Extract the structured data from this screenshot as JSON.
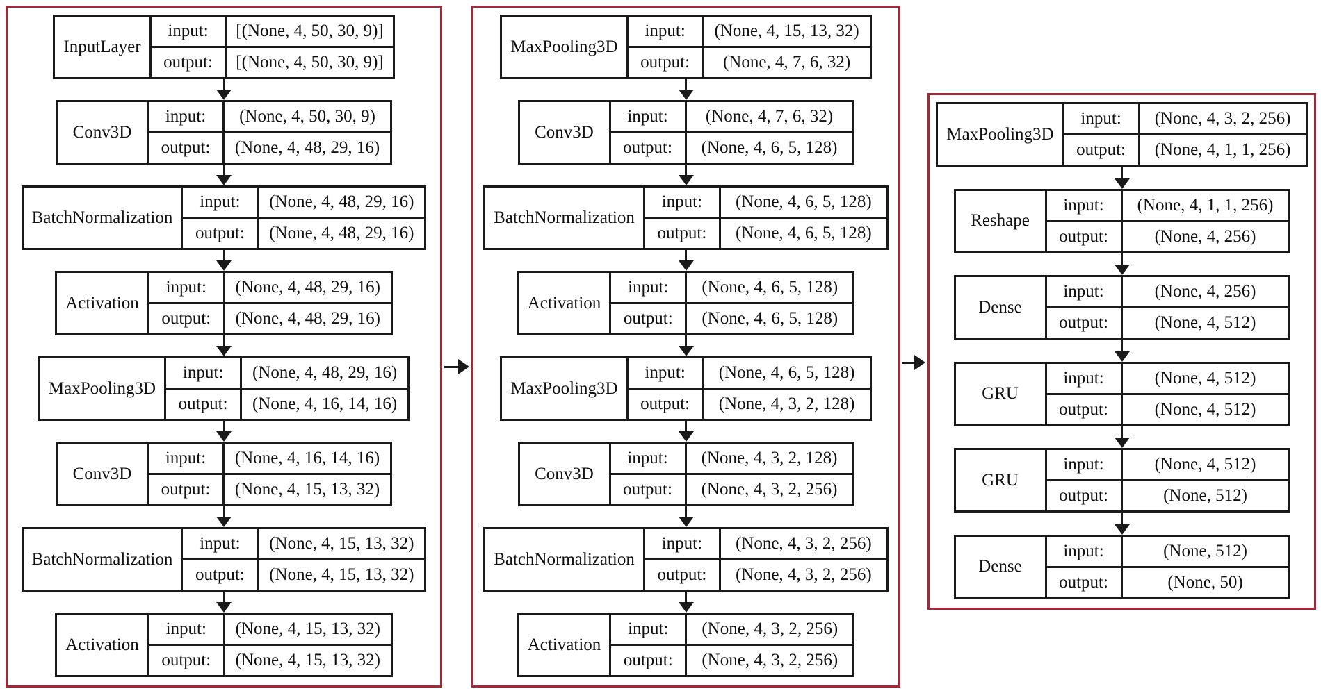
{
  "colors": {
    "panel_border": "#a42837",
    "table_border": "#1a1a1a",
    "text": "#111111",
    "background": "#ffffff"
  },
  "labels": {
    "input": "input:",
    "output": "output:"
  },
  "columns": [
    {
      "name": "stage-1",
      "blocks": [
        {
          "layer": "InputLayer",
          "input": "[(None, 4, 50, 30, 9)]",
          "output": "[(None, 4, 50, 30, 9)]"
        },
        {
          "layer": "Conv3D",
          "input": "(None, 4, 50, 30, 9)",
          "output": "(None, 4, 48, 29, 16)"
        },
        {
          "layer": "BatchNormalization",
          "input": "(None, 4, 48, 29, 16)",
          "output": "(None, 4, 48, 29, 16)"
        },
        {
          "layer": "Activation",
          "input": "(None, 4, 48, 29, 16)",
          "output": "(None, 4, 48, 29, 16)"
        },
        {
          "layer": "MaxPooling3D",
          "input": "(None, 4, 48, 29, 16)",
          "output": "(None, 4, 16, 14, 16)"
        },
        {
          "layer": "Conv3D",
          "input": "(None, 4, 16, 14, 16)",
          "output": "(None, 4, 15, 13, 32)"
        },
        {
          "layer": "BatchNormalization",
          "input": "(None, 4, 15, 13, 32)",
          "output": "(None, 4, 15, 13, 32)"
        },
        {
          "layer": "Activation",
          "input": "(None, 4, 15, 13, 32)",
          "output": "(None, 4, 15, 13, 32)"
        }
      ]
    },
    {
      "name": "stage-2",
      "blocks": [
        {
          "layer": "MaxPooling3D",
          "input": "(None, 4, 15, 13, 32)",
          "output": "(None, 4, 7, 6, 32)"
        },
        {
          "layer": "Conv3D",
          "input": "(None, 4, 7, 6, 32)",
          "output": "(None, 4, 6, 5, 128)"
        },
        {
          "layer": "BatchNormalization",
          "input": "(None, 4, 6, 5, 128)",
          "output": "(None, 4, 6, 5, 128)"
        },
        {
          "layer": "Activation",
          "input": "(None, 4, 6, 5, 128)",
          "output": "(None, 4, 6, 5, 128)"
        },
        {
          "layer": "MaxPooling3D",
          "input": "(None, 4, 6, 5, 128)",
          "output": "(None, 4, 3, 2, 128)"
        },
        {
          "layer": "Conv3D",
          "input": "(None, 4, 3, 2, 128)",
          "output": "(None, 4, 3, 2, 256)"
        },
        {
          "layer": "BatchNormalization",
          "input": "(None, 4, 3, 2, 256)",
          "output": "(None, 4, 3, 2, 256)"
        },
        {
          "layer": "Activation",
          "input": "(None, 4, 3, 2, 256)",
          "output": "(None, 4, 3, 2, 256)"
        }
      ]
    },
    {
      "name": "stage-3",
      "blocks": [
        {
          "layer": "MaxPooling3D",
          "input": "(None, 4, 3, 2, 256)",
          "output": "(None, 4, 1, 1, 256)"
        },
        {
          "layer": "Reshape",
          "input": "(None, 4, 1, 1, 256)",
          "output": "(None, 4, 256)"
        },
        {
          "layer": "Dense",
          "input": "(None, 4, 256)",
          "output": "(None, 4, 512)"
        },
        {
          "layer": "GRU",
          "input": "(None, 4, 512)",
          "output": "(None, 4, 512)"
        },
        {
          "layer": "GRU",
          "input": "(None, 4, 512)",
          "output": "(None, 512)"
        },
        {
          "layer": "Dense",
          "input": "(None, 512)",
          "output": "(None, 50)"
        }
      ]
    }
  ]
}
